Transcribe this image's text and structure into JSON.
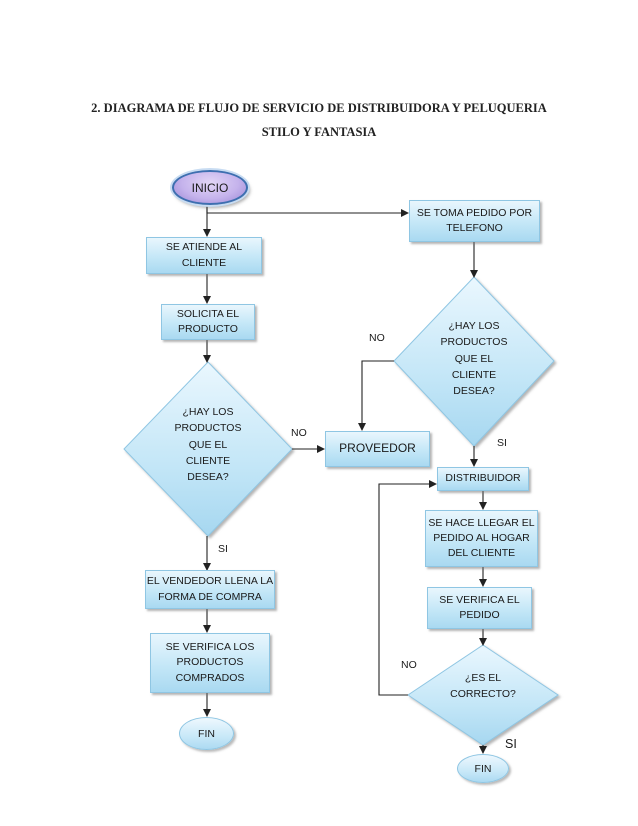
{
  "title": {
    "line1": "2. DIAGRAMA DE FLUJO DE SERVICIO DE DISTRIBUIDORA Y PELUQUERIA",
    "line2": "STILO Y FANTASIA"
  },
  "nodes": {
    "inicio": "INICIO",
    "atiende": "SE ATIENDE AL\nCLIENTE",
    "solicita": "SOLICITA EL\nPRODUCTO",
    "decision_left": "¿HAY LOS\nPRODUCTOS\nQUE EL\nCLIENTE\nDESEA?",
    "vendedor": "EL VENDEDOR LLENA LA\nFORMA DE COMPRA",
    "verifica_productos": "SE VERIFICA LOS\nPRODUCTOS\nCOMPRADOS",
    "fin_left": "FIN",
    "pedido_telefono": "SE TOMA PEDIDO POR\nTELEFONO",
    "decision_right": "¿HAY LOS\nPRODUCTOS\nQUE EL\nCLIENTE\nDESEA?",
    "proveedor": "PROVEEDOR",
    "distribuidor": "DISTRIBUIDOR",
    "hace_llegar": "SE  HACE LLEGAR EL\nPEDIDO AL HOGAR\nDEL CLIENTE",
    "verifica_pedido": "SE VERIFICA EL\nPEDIDO",
    "decision_correcto": "¿ES EL\nCORRECTO?",
    "fin_right": "FIN"
  },
  "labels": {
    "no_left": "NO",
    "si_left": "SI",
    "no_right": "NO",
    "si_right": "SI",
    "no_correcto": "NO",
    "si_correcto": "SI"
  }
}
